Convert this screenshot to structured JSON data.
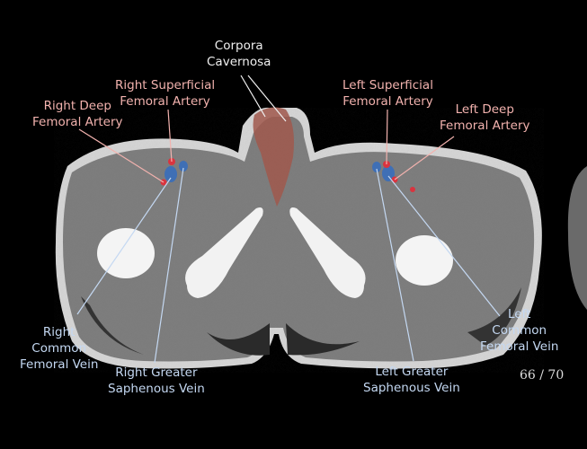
{
  "labels": {
    "corpora_cavernosa": [
      "Corpora",
      "Cavernosa"
    ],
    "right_superficial_femoral_artery": [
      "Right Superficial",
      "Femoral Artery"
    ],
    "right_deep_femoral_artery": [
      "Right Deep",
      "Femoral Artery"
    ],
    "left_superficial_femoral_artery": [
      "Left Superficial",
      "Femoral Artery"
    ],
    "left_deep_femoral_artery": [
      "Left Deep",
      "Femoral Artery"
    ],
    "right_common_femoral_vein": [
      "Right",
      "Common",
      "Femoral Vein"
    ],
    "right_greater_saphenous_vein": [
      "Right Greater",
      "Saphenous Vein"
    ],
    "left_greater_saphenous_vein": [
      "Left Greater",
      "Saphenous Vein"
    ],
    "left_common_femoral_vein": [
      "Left",
      "Common",
      "Femoral Vein"
    ]
  },
  "pager": "66 / 70",
  "colors": {
    "artery": "#d9343f",
    "vein": "#3f6fb5",
    "artery_label": "#f2b2ae",
    "vein_label": "#c4d8f2",
    "cavernosa": "#a0584c"
  }
}
